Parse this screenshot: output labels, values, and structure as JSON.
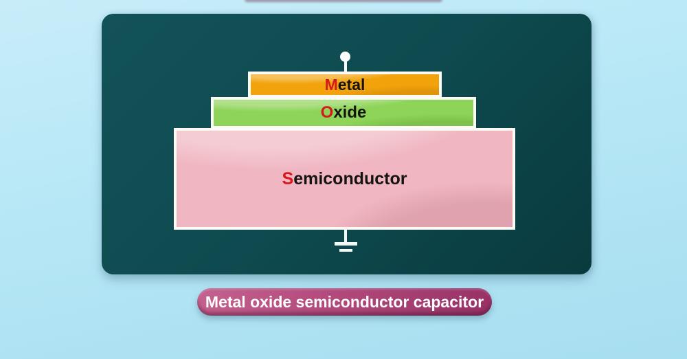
{
  "colors": {
    "background_top": "#c8edf9",
    "background_bottom": "#a7def0",
    "panel_teal": "#0e4b50",
    "layer_border_white": "#fbfaf4",
    "metal_orange": "#f2a30c",
    "oxide_green": "#8ed458",
    "semiconductor_pink": "#f0b6c1",
    "accent_red": "#d6181f",
    "label_dark": "#161410",
    "caption_magenta_light": "#c4628f",
    "caption_magenta_dark": "#963065",
    "caption_text": "#ffffff",
    "contact_white": "#fbfdfc"
  },
  "diagram": {
    "metal": {
      "first": "M",
      "rest": "etal",
      "label": "Metal"
    },
    "oxide": {
      "first": "O",
      "rest": "xide",
      "label": "Oxide"
    },
    "semiconductor": {
      "first": "S",
      "rest": "emiconductor",
      "label": "Semiconductor"
    },
    "icons": {
      "top_terminal": "terminal-dot-icon",
      "ground": "ground-symbol-icon"
    }
  },
  "caption": {
    "label": "Metal oxide semiconductor capacitor"
  }
}
